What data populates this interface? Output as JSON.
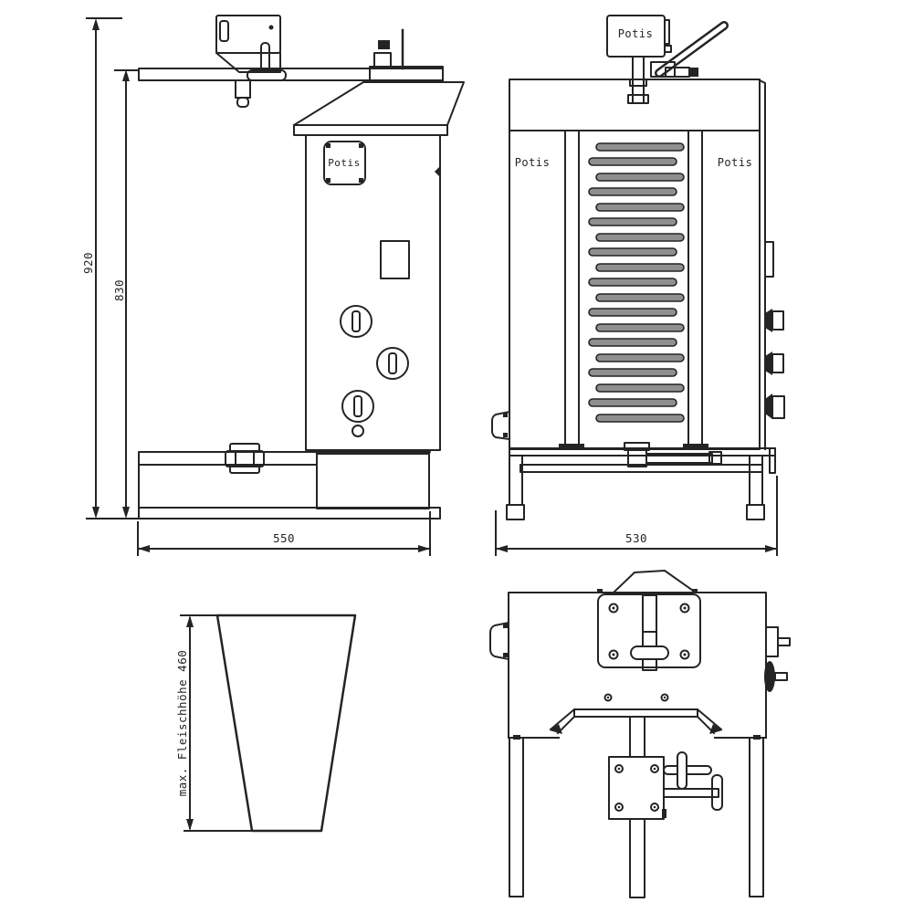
{
  "drawing": {
    "brand": "Potis",
    "labels": {
      "side_plate": "Potis",
      "front_motor": "Potis",
      "front_left_panel": "Potis",
      "front_right_panel": "Potis"
    },
    "dimensions": {
      "overall_height_mm": "920",
      "arm_height_mm": "830",
      "depth_mm": "550",
      "width_mm": "530",
      "max_meat_height": "max. Fleischhöhe 460"
    },
    "colors": {
      "line": "#242424",
      "background": "#ffffff",
      "heater_fill": "#8f8f8f"
    }
  }
}
